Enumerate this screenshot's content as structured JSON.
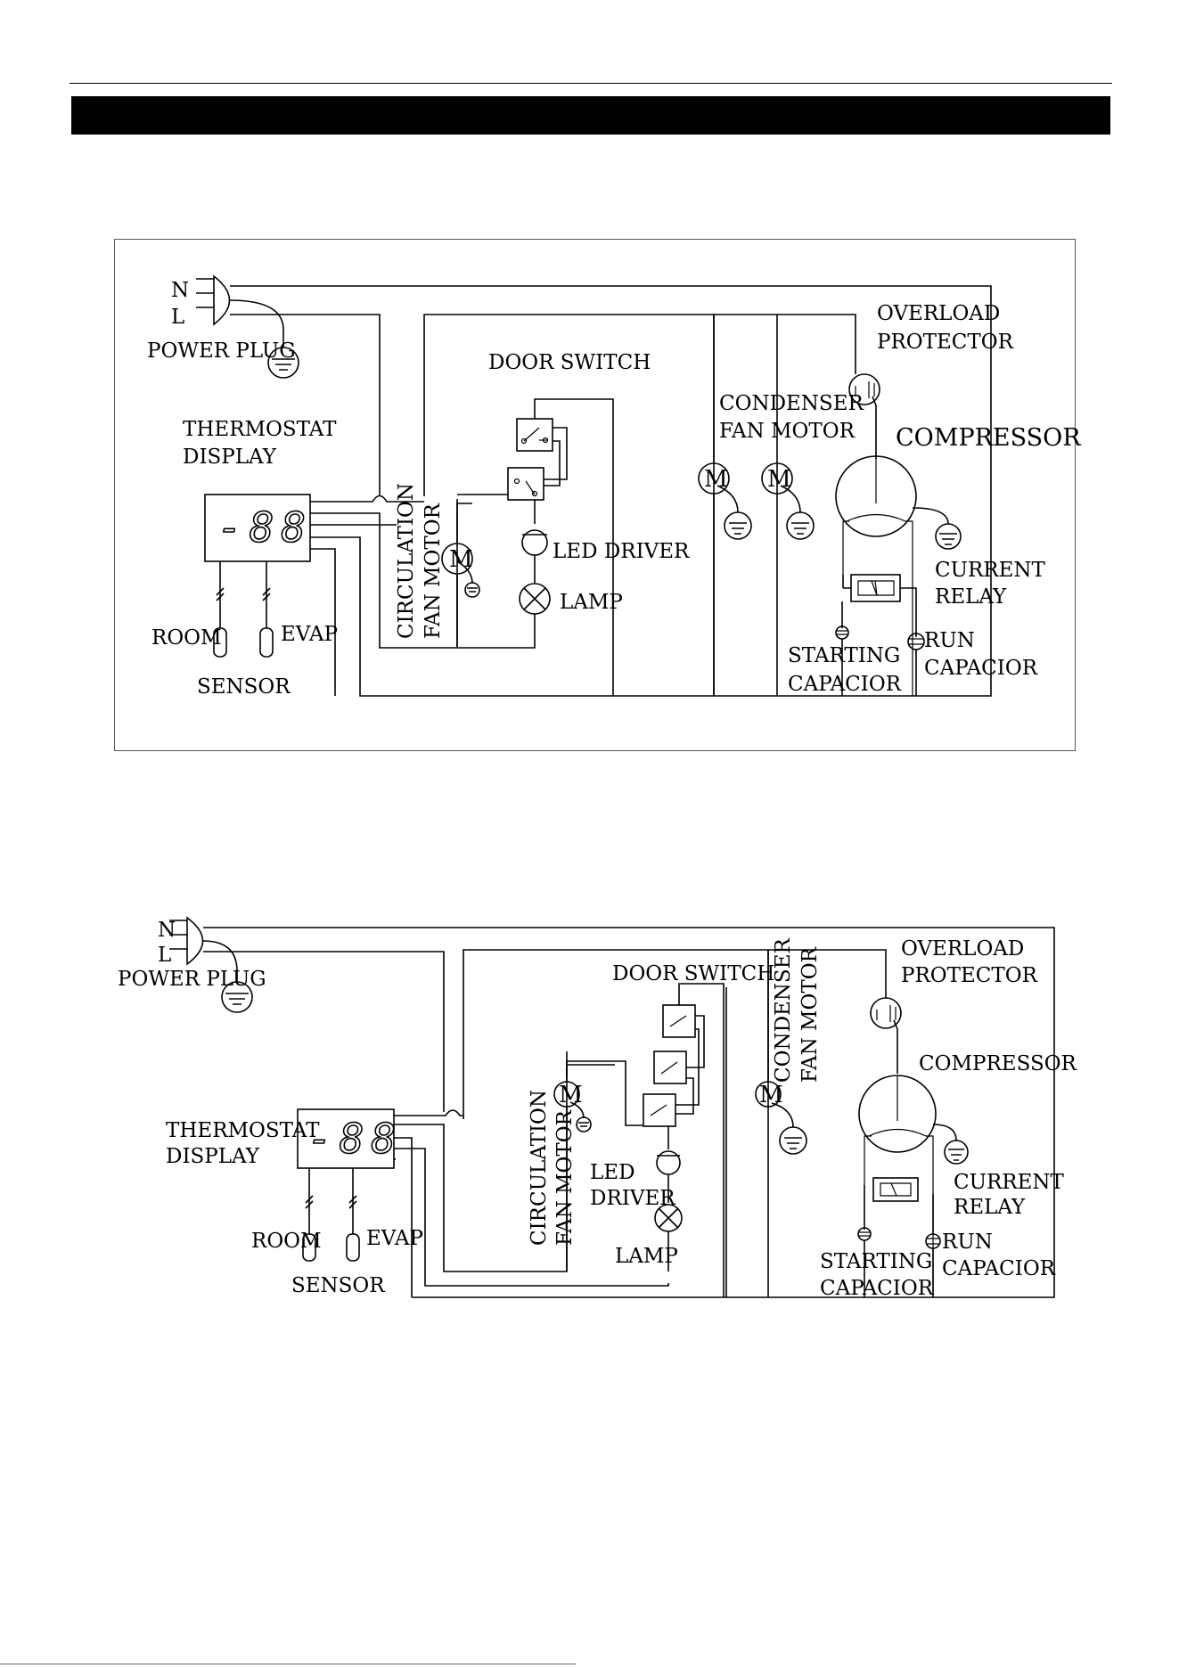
{
  "diagram1": {
    "n": "N",
    "l": "L",
    "power_plug": "POWER PLUG",
    "thermostat_1": "THERMOSTAT",
    "thermostat_2": "DISPLAY",
    "display_readout": "-88",
    "room": "ROOM",
    "evap": "EVAP",
    "sensor": "SENSOR",
    "circ_fan_1": "CIRCULATION",
    "circ_fan_2": "FAN MOTOR",
    "door_switch": "DOOR SWITCH",
    "led_driver": "LED DRIVER",
    "lamp": "LAMP",
    "condenser_1": "CONDENSER",
    "condenser_2": "FAN MOTOR",
    "motor_symbol": "M",
    "overload_1": "OVERLOAD",
    "overload_2": "PROTECTOR",
    "compressor": "COMPRESSOR",
    "current_relay_1": "CURRENT",
    "current_relay_2": "RELAY",
    "starting_1": "STARTING",
    "starting_2": "CAPACIOR",
    "run_1": "RUN",
    "run_2": "CAPACIOR"
  },
  "diagram2": {
    "n": "N",
    "l": "L",
    "power_plug": "POWER PLUG",
    "thermostat_1": "THERMOSTAT",
    "thermostat_2": "DISPLAY",
    "display_readout": "-88",
    "room": "ROOM",
    "evap": "EVAP",
    "sensor": "SENSOR",
    "circ_fan_1": "CIRCULATION",
    "circ_fan_2": "FAN MOTOR",
    "door_switch": "DOOR SWITCH",
    "led_1": "LED",
    "led_2": "DRIVER",
    "lamp": "LAMP",
    "condenser_1": "CONDENSER",
    "condenser_2": "FAN MOTOR",
    "motor_symbol": "M",
    "overload_1": "OVERLOAD",
    "overload_2": "PROTECTOR",
    "compressor": "COMPRESSOR",
    "current_relay_1": "CURRENT",
    "current_relay_2": "RELAY",
    "starting_1": "STARTING",
    "starting_2": "CAPACIOR",
    "run_1": "RUN",
    "run_2": "CAPACIOR"
  }
}
